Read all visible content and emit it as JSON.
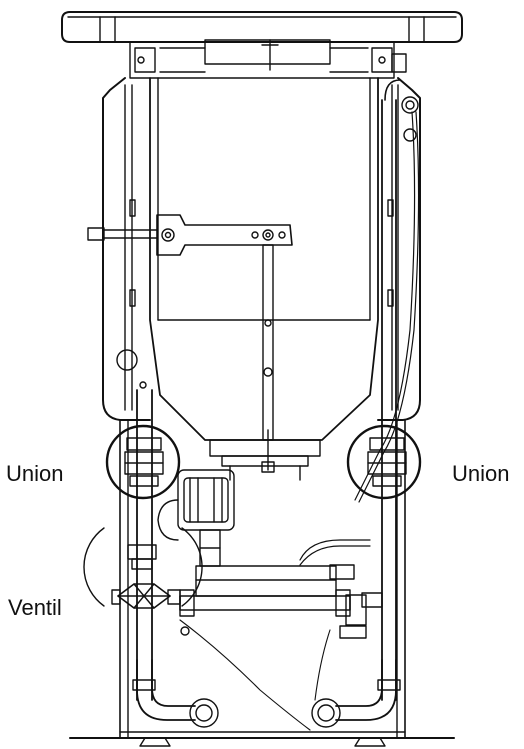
{
  "labels": {
    "union_left": "Union",
    "union_right": "Union",
    "ventil": "Ventil"
  },
  "colors": {
    "line": "#111111",
    "background": "#ffffff"
  }
}
